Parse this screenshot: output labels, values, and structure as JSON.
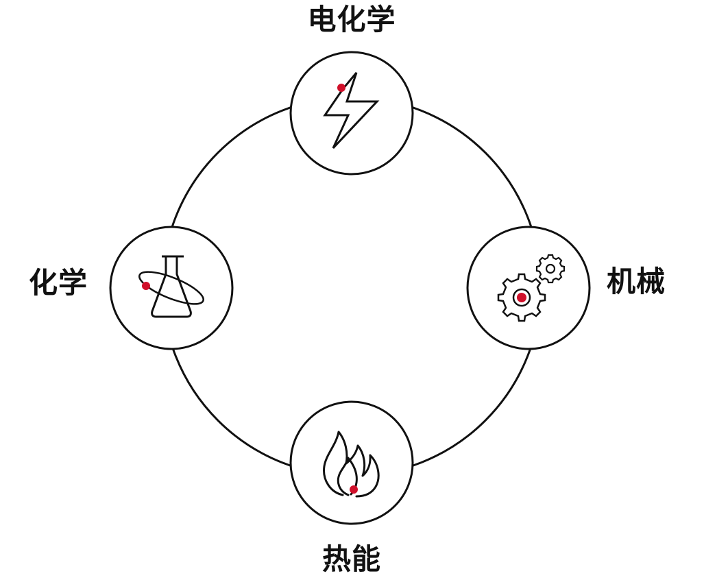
{
  "labels": {
    "top": "电化学",
    "left": "化学",
    "right": "机械",
    "bottom": "热能"
  },
  "colors": {
    "stroke": "#111111",
    "accent": "#d0102a",
    "background": "#ffffff"
  },
  "icons": {
    "top": "lightning-icon",
    "left": "flask-icon",
    "right": "gears-icon",
    "bottom": "flame-icon"
  }
}
